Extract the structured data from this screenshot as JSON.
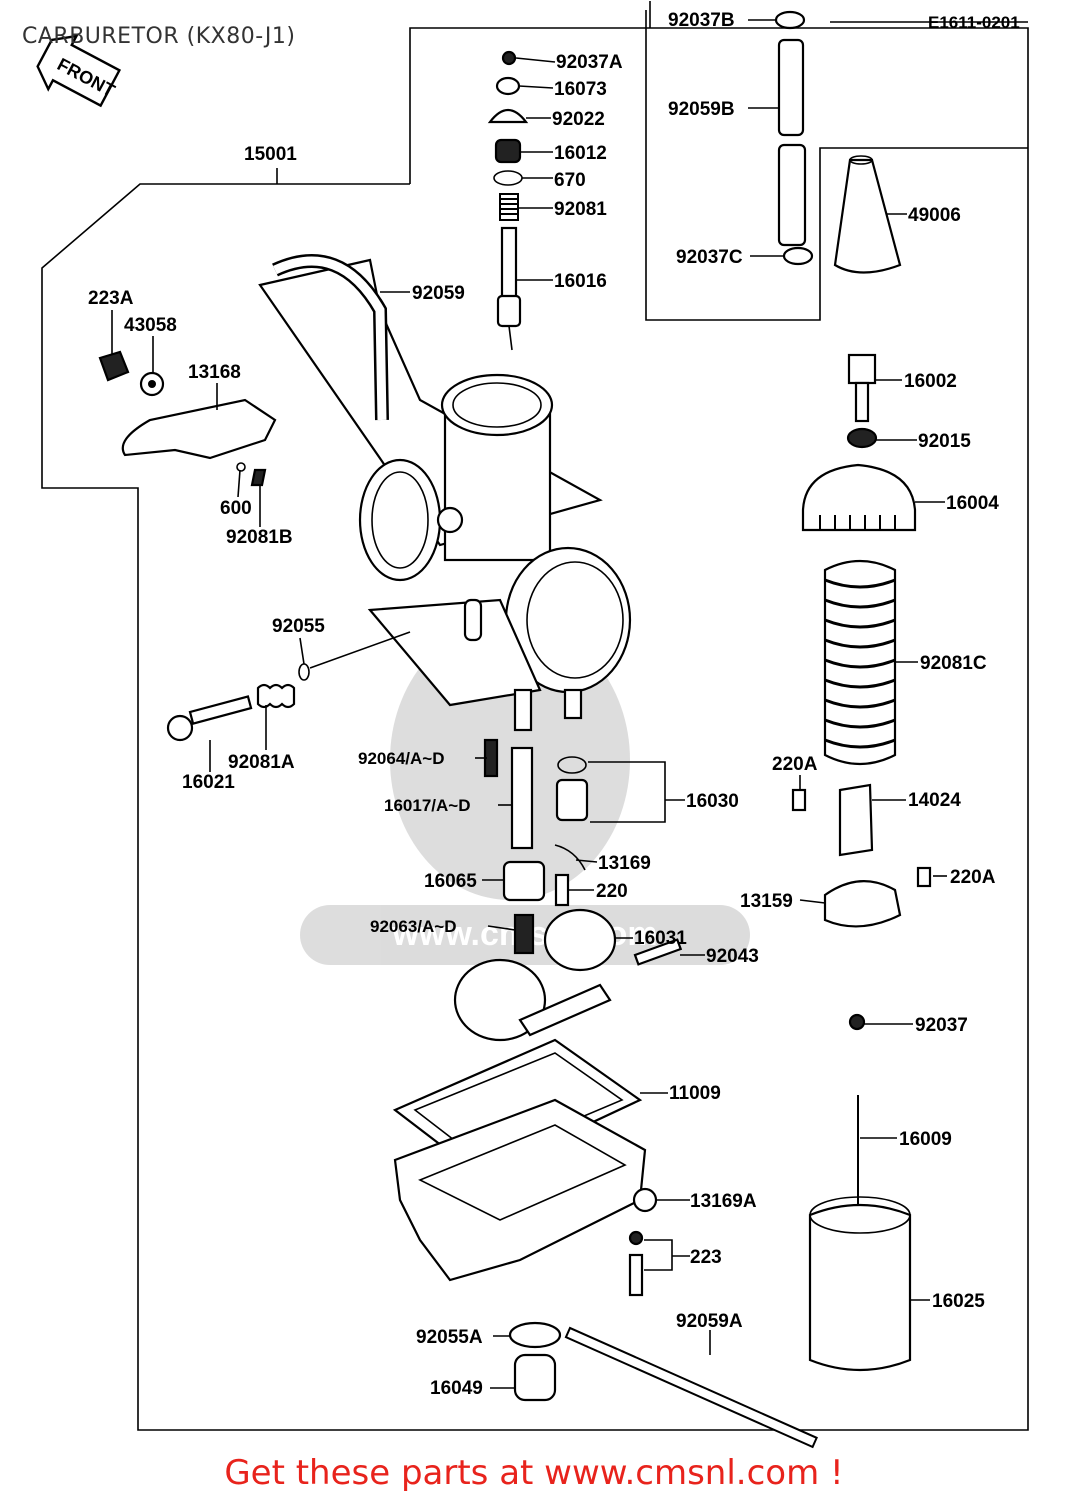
{
  "page": {
    "title": "CARBURETOR (KX80-J1)",
    "diagram_code": "E1611-0201",
    "front_arrow": "FRONT",
    "footer": "Get these parts at www.cmsnl.com !",
    "watermark": "www.cmsnl.com"
  },
  "parts": {
    "p15001": "15001",
    "p92037A": "92037A",
    "p16073": "16073",
    "p92022": "92022",
    "p16012": "16012",
    "p670": "670",
    "p92081": "92081",
    "p16016": "16016",
    "p92059": "92059",
    "p223A": "223A",
    "p43058": "43058",
    "p13168": "13168",
    "p600": "600",
    "p92081B": "92081B",
    "p92055": "92055",
    "p92081A": "92081A",
    "p16021": "16021",
    "p92064": "92064/A~D",
    "p16017": "16017/A~D",
    "p16030": "16030",
    "p13169": "13169",
    "p16065": "16065",
    "p220": "220",
    "p92063": "92063/A~D",
    "p16031": "16031",
    "p92043": "92043",
    "p11009": "11009",
    "p13169A": "13169A",
    "p223": "223",
    "p92055A": "92055A",
    "p16049": "16049",
    "p92059A": "92059A",
    "p92037B": "92037B",
    "p92059B": "92059B",
    "p92037C": "92037C",
    "p49006": "49006",
    "p16002": "16002",
    "p92015": "92015",
    "p16004": "16004",
    "p92081C": "92081C",
    "p220A_1": "220A",
    "p14024": "14024",
    "p220A_2": "220A",
    "p13159": "13159",
    "p92037": "92037",
    "p16009": "16009",
    "p16025": "16025"
  }
}
